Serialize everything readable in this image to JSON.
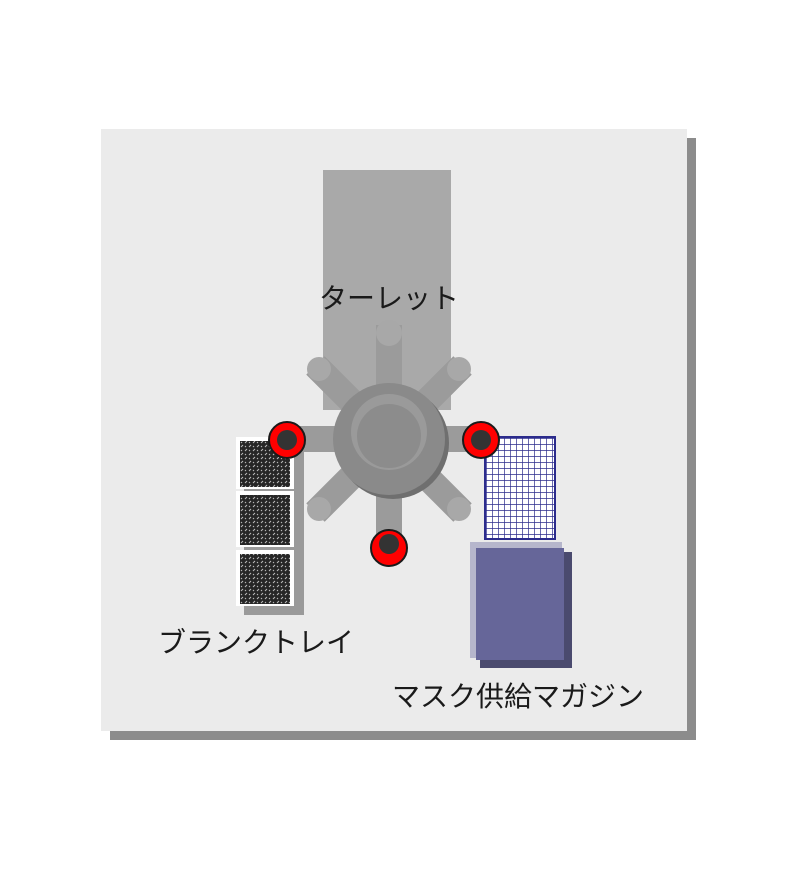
{
  "labels": {
    "turret": "ターレット",
    "blank_tray": "ブランクトレイ",
    "mask_magazine": "マスク供給マガジン"
  },
  "colors": {
    "panel": "#ebebeb",
    "panel_shadow": "#8c8c8c",
    "turret_column": "#a9a9a9",
    "turret_body": "#8a8a8a",
    "turret_arm": "#9b9b9b",
    "gripper_ring": "#ff0000",
    "gripper_core": "#333333",
    "blank_tray": "#262626",
    "mask_grid": "#2b2b8c",
    "mask_magazine": "#666699"
  }
}
